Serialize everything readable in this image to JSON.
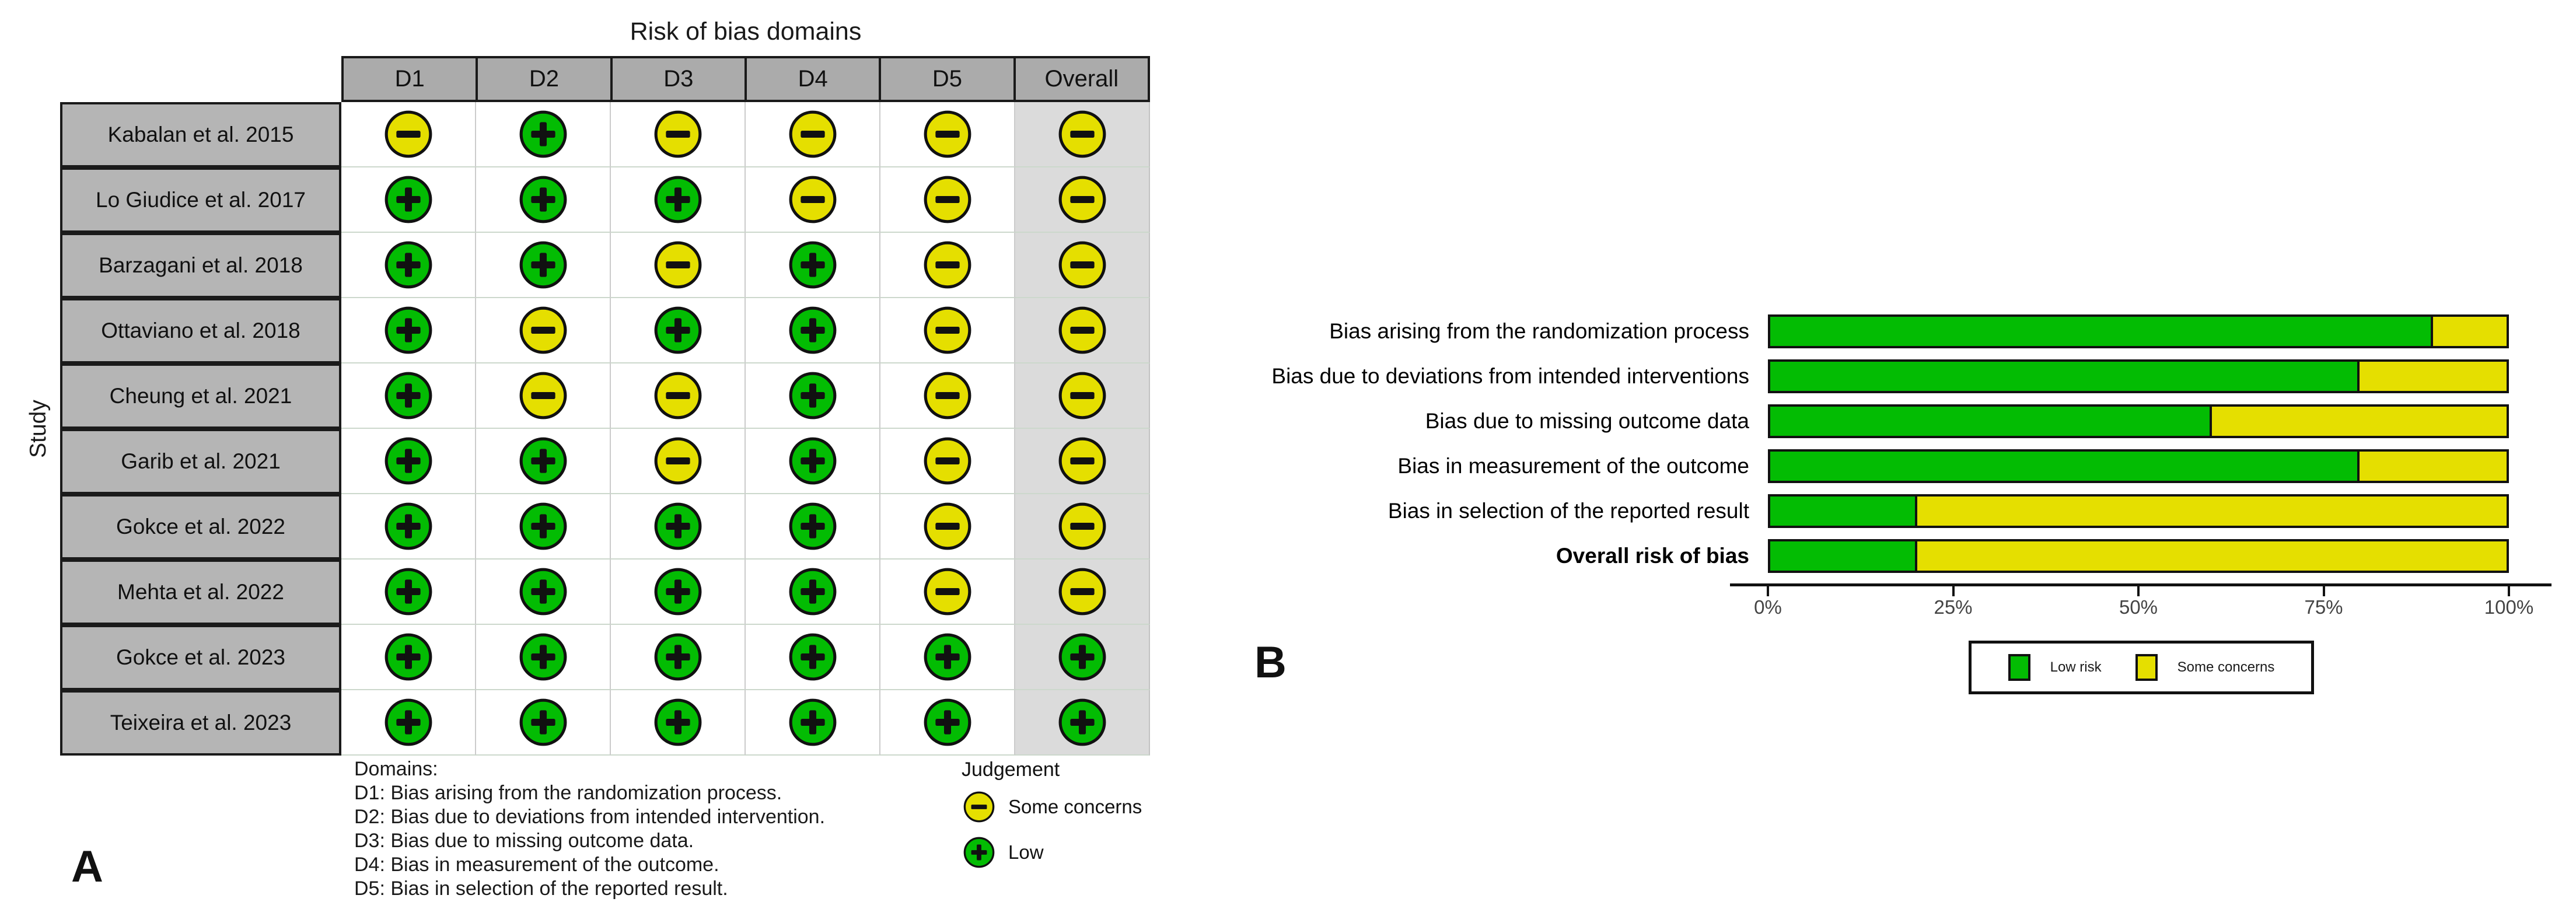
{
  "colors": {
    "low": "#03BC03",
    "some_concerns": "#E5DF00",
    "header_grey": "#ABABAB",
    "study_cell_grey": "#B5B5B5",
    "overall_column_bg": "#DBDBDB"
  },
  "panelA": {
    "label": "A",
    "title": "Risk of bias domains",
    "y_axis_label": "Study",
    "domains": [
      "D1",
      "D2",
      "D3",
      "D4",
      "D5",
      "Overall"
    ],
    "studies": [
      {
        "name": "Kabalan et al. 2015",
        "judgements": [
          "some_concerns",
          "low",
          "some_concerns",
          "some_concerns",
          "some_concerns",
          "some_concerns"
        ]
      },
      {
        "name": "Lo Giudice et al. 2017",
        "judgements": [
          "low",
          "low",
          "low",
          "some_concerns",
          "some_concerns",
          "some_concerns"
        ]
      },
      {
        "name": "Barzagani et al. 2018",
        "judgements": [
          "low",
          "low",
          "some_concerns",
          "low",
          "some_concerns",
          "some_concerns"
        ]
      },
      {
        "name": "Ottaviano et al. 2018",
        "judgements": [
          "low",
          "some_concerns",
          "low",
          "low",
          "some_concerns",
          "some_concerns"
        ]
      },
      {
        "name": "Cheung et al. 2021",
        "judgements": [
          "low",
          "some_concerns",
          "some_concerns",
          "low",
          "some_concerns",
          "some_concerns"
        ]
      },
      {
        "name": "Garib et al. 2021",
        "judgements": [
          "low",
          "low",
          "some_concerns",
          "low",
          "some_concerns",
          "some_concerns"
        ]
      },
      {
        "name": "Gokce et al. 2022",
        "judgements": [
          "low",
          "low",
          "low",
          "low",
          "some_concerns",
          "some_concerns"
        ]
      },
      {
        "name": "Mehta et al. 2022",
        "judgements": [
          "low",
          "low",
          "low",
          "low",
          "some_concerns",
          "some_concerns"
        ]
      },
      {
        "name": "Gokce et al. 2023",
        "judgements": [
          "low",
          "low",
          "low",
          "low",
          "low",
          "low"
        ]
      },
      {
        "name": "Teixeira et al. 2023",
        "judgements": [
          "low",
          "low",
          "low",
          "low",
          "low",
          "low"
        ]
      }
    ],
    "footnote_lines": [
      "Domains:",
      "D1: Bias arising from the randomization process.",
      "D2: Bias due to deviations from intended intervention.",
      "D3: Bias due to missing outcome data.",
      "D4: Bias in measurement of the outcome.",
      "D5: Bias in selection of the reported result."
    ],
    "judgement_legend": {
      "title": "Judgement",
      "entries": [
        {
          "judgement": "some_concerns",
          "label": "Some concerns"
        },
        {
          "judgement": "low",
          "label": "Low"
        }
      ]
    }
  },
  "panelB": {
    "label": "B",
    "categories": [
      "Bias arising from the randomization process",
      "Bias due to deviations from intended interventions",
      "Bias due to missing outcome data",
      "Bias in measurement of the outcome",
      "Bias in selection of the reported result",
      "Overall risk of bias"
    ],
    "bold_category": "Overall risk of bias",
    "low_pct": [
      90,
      80,
      60,
      80,
      20,
      20
    ],
    "some_pct": [
      10,
      20,
      40,
      20,
      80,
      80
    ],
    "x_ticks": [
      "0%",
      "25%",
      "50%",
      "75%",
      "100%"
    ],
    "legend": {
      "entries": [
        {
          "key": "low",
          "label": "Low risk"
        },
        {
          "key": "some_concerns",
          "label": "Some concerns"
        }
      ]
    }
  },
  "chart_data": [
    {
      "type": "table",
      "title": "Risk of bias domains",
      "ylabel": "Study",
      "columns": [
        "D1",
        "D2",
        "D3",
        "D4",
        "D5",
        "Overall"
      ],
      "rows": [
        "Kabalan et al. 2015",
        "Lo Giudice et al. 2017",
        "Barzagani et al. 2018",
        "Ottaviano et al. 2018",
        "Cheung et al. 2021",
        "Garib et al. 2021",
        "Gokce et al. 2022",
        "Mehta et al. 2022",
        "Gokce et al. 2023",
        "Teixeira et al. 2023"
      ],
      "cell_values": [
        [
          "Some concerns",
          "Low",
          "Some concerns",
          "Some concerns",
          "Some concerns",
          "Some concerns"
        ],
        [
          "Low",
          "Low",
          "Low",
          "Some concerns",
          "Some concerns",
          "Some concerns"
        ],
        [
          "Low",
          "Low",
          "Some concerns",
          "Low",
          "Some concerns",
          "Some concerns"
        ],
        [
          "Low",
          "Some concerns",
          "Low",
          "Low",
          "Some concerns",
          "Some concerns"
        ],
        [
          "Low",
          "Some concerns",
          "Some concerns",
          "Low",
          "Some concerns",
          "Some concerns"
        ],
        [
          "Low",
          "Low",
          "Some concerns",
          "Low",
          "Some concerns",
          "Some concerns"
        ],
        [
          "Low",
          "Low",
          "Low",
          "Low",
          "Some concerns",
          "Some concerns"
        ],
        [
          "Low",
          "Low",
          "Low",
          "Low",
          "Some concerns",
          "Some concerns"
        ],
        [
          "Low",
          "Low",
          "Low",
          "Low",
          "Low",
          "Low"
        ],
        [
          "Low",
          "Low",
          "Low",
          "Low",
          "Low",
          "Low"
        ]
      ],
      "legend_entries": [
        "Some concerns",
        "Low"
      ]
    },
    {
      "type": "bar",
      "orientation": "horizontal-stacked",
      "categories": [
        "Bias arising from the randomization process",
        "Bias due to deviations from intended interventions",
        "Bias due to missing outcome data",
        "Bias in measurement of the outcome",
        "Bias in selection of the reported result",
        "Overall risk of bias"
      ],
      "series": [
        {
          "name": "Low risk",
          "color": "#03BC03",
          "values": [
            90,
            80,
            60,
            80,
            20,
            20
          ]
        },
        {
          "name": "Some concerns",
          "color": "#E5DF00",
          "values": [
            10,
            20,
            40,
            20,
            80,
            80
          ]
        }
      ],
      "xlabel": "",
      "ylabel": "",
      "xlim": [
        0,
        100
      ],
      "x_tick_labels": [
        "0%",
        "25%",
        "50%",
        "75%",
        "100%"
      ],
      "grid": false,
      "legend_position": "bottom"
    }
  ]
}
